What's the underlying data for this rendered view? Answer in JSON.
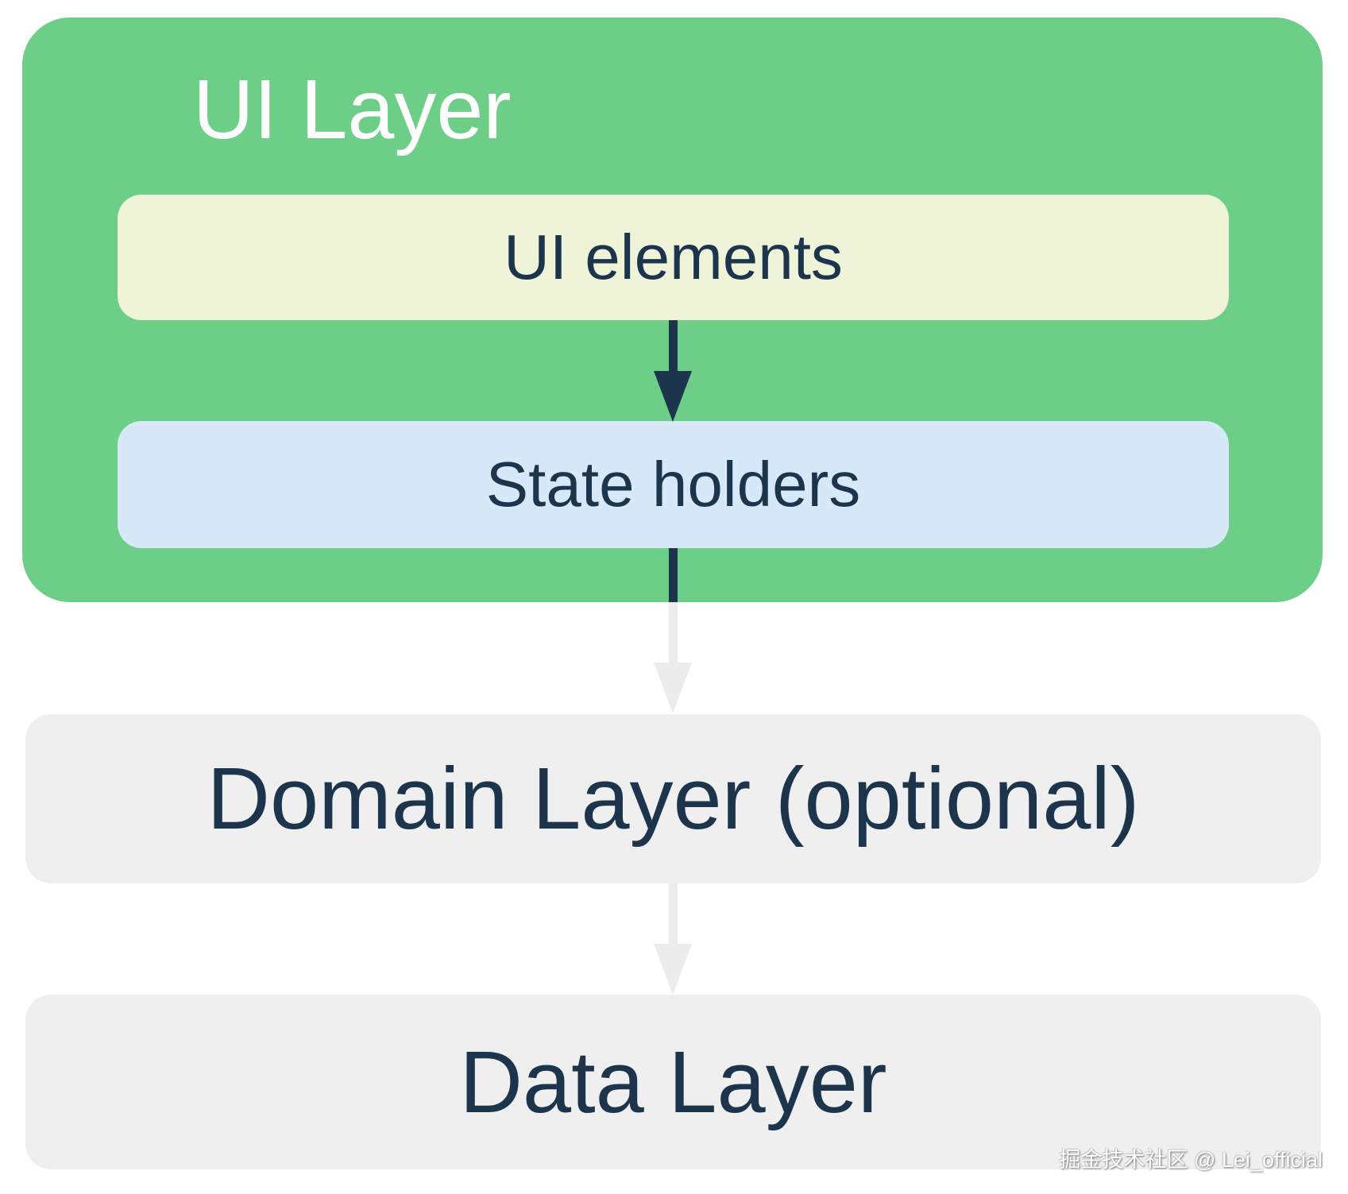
{
  "diagram": {
    "ui_layer": {
      "title": "UI Layer",
      "ui_elements_label": "UI elements",
      "state_holders_label": "State holders"
    },
    "domain_layer_label": "Domain Layer (optional)",
    "data_layer_label": "Data Layer",
    "watermark": "掘金技术社区 @ Lei_official"
  },
  "colors": {
    "page_bg": "#ffffff",
    "ui_layer_bg": "#6dce88",
    "ui_elements_bg": "#eff3d8",
    "state_holders_bg": "#d7e9f9",
    "gray_box_bg": "#efefef",
    "navy": "#1c344c",
    "title_text": "#ffffff",
    "gray_arrow": "#ececec",
    "watermark_text": "#ffffff"
  }
}
